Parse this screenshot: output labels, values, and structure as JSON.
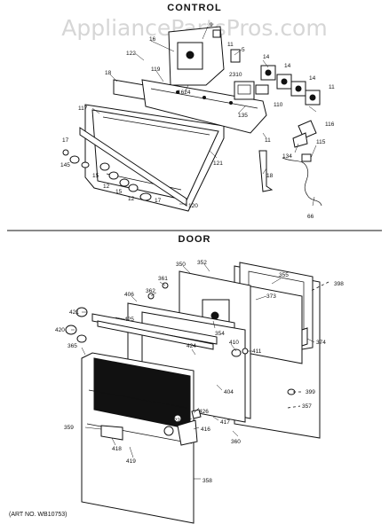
{
  "watermark": "AppliancePartsPros.com",
  "sections": {
    "control": "CONTROL",
    "door": "DOOR"
  },
  "art_number": "(ART NO. WB10753)",
  "control_labels": [
    "16",
    "9",
    "5",
    "11",
    "14",
    "14",
    "14",
    "122",
    "18",
    "119",
    "1624",
    "2310",
    "11",
    "135",
    "117",
    "110",
    "11",
    "115",
    "116",
    "134",
    "121",
    "17",
    "145",
    "15",
    "12",
    "15",
    "12",
    "17",
    "120",
    "18",
    "66"
  ],
  "door_labels": [
    "350",
    "352",
    "355",
    "398",
    "361",
    "373",
    "362",
    "406",
    "421",
    "425",
    "354",
    "374",
    "424",
    "420",
    "365",
    "410",
    "411",
    "404",
    "399",
    "357",
    "426",
    "417",
    "422",
    "359",
    "416",
    "418",
    "360",
    "419",
    "358"
  ]
}
